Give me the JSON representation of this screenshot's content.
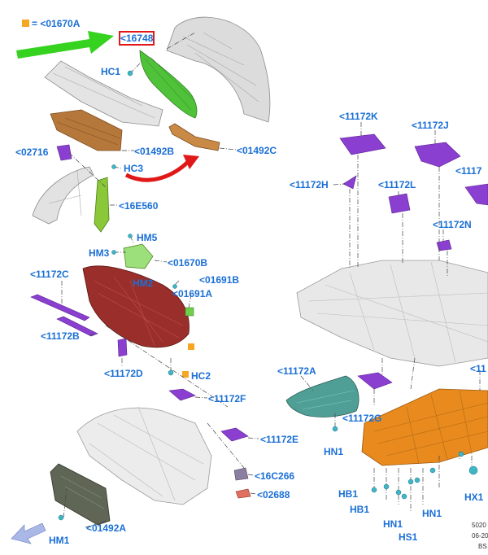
{
  "legend": {
    "text": "= <01670A",
    "marker_color": "#f5a623"
  },
  "highlight_label": "<16748",
  "callouts": {
    "hc1": "HC1",
    "p02716": "<02716",
    "p01492b": "<01492B",
    "hc3": "HC3",
    "p01492c": "<01492C",
    "p16e560": "<16E560",
    "hm5": "HM5",
    "hm3": "HM3",
    "p01670b": "<01670B",
    "p11172c": "<11172C",
    "hm2": "HM2",
    "p01691b": "<01691B",
    "p01691a": "<01691A",
    "p11172b": "<11172B",
    "p11172d": "<11172D",
    "hc2": "HC2",
    "p11172f": "<11172F",
    "p11172e": "<11172E",
    "p16c266": "<16C266",
    "p02688": "<02688",
    "hm1": "HM1",
    "p01492a": "<01492A",
    "p11172k": "<11172K",
    "p11172j": "<11172J",
    "p11172_cut": "<1117",
    "p11172h": "<11172H",
    "p11172l": "<11172L",
    "p11172n": "<11172N",
    "p11172a": "<11172A",
    "p11172g": "<11172G",
    "p11_cut": "<11",
    "hn1a": "HN1",
    "hb1a": "HB1",
    "hb1b": "HB1",
    "hn1b": "HN1",
    "hs1": "HS1",
    "hn1c": "HN1",
    "hx1": "HX1"
  },
  "corner_notes": {
    "line1": "5020",
    "line2": "06-20",
    "line3": "BS"
  },
  "colors": {
    "label_blue": "#1a6fd6",
    "purple_part": "#8a3fd1",
    "green_part": "#4fc23a",
    "brown_part": "#b5773a",
    "maroon_part": "#9a2e2a",
    "orange_part": "#e88a1e",
    "teal_part": "#4f9f97",
    "red_arrow": "#e01818",
    "green_arrow": "#35d21f"
  }
}
